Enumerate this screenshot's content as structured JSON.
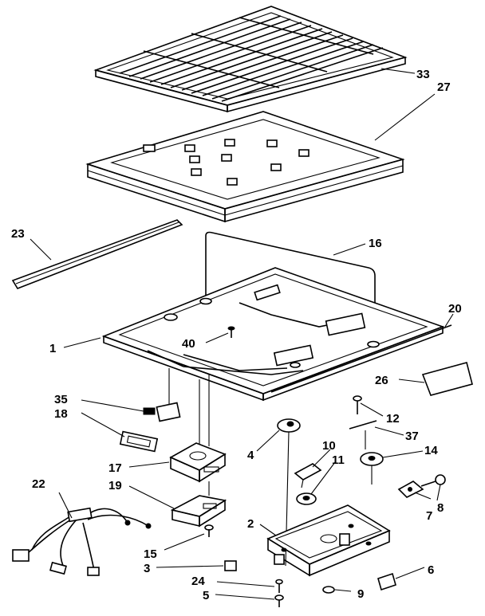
{
  "labels": {
    "l1": "1",
    "l2": "2",
    "l3": "3",
    "l4": "4",
    "l5": "5",
    "l6": "6",
    "l7": "7",
    "l8": "8",
    "l9": "9",
    "l10": "10",
    "l11": "11",
    "l12": "12",
    "l14": "14",
    "l15": "15",
    "l16": "16",
    "l17": "17",
    "l18": "18",
    "l19": "19",
    "l20": "20",
    "l22": "22",
    "l23": "23",
    "l24": "24",
    "l26": "26",
    "l27": "27",
    "l33": "33",
    "l35": "35",
    "l37": "37",
    "l40": "40"
  }
}
